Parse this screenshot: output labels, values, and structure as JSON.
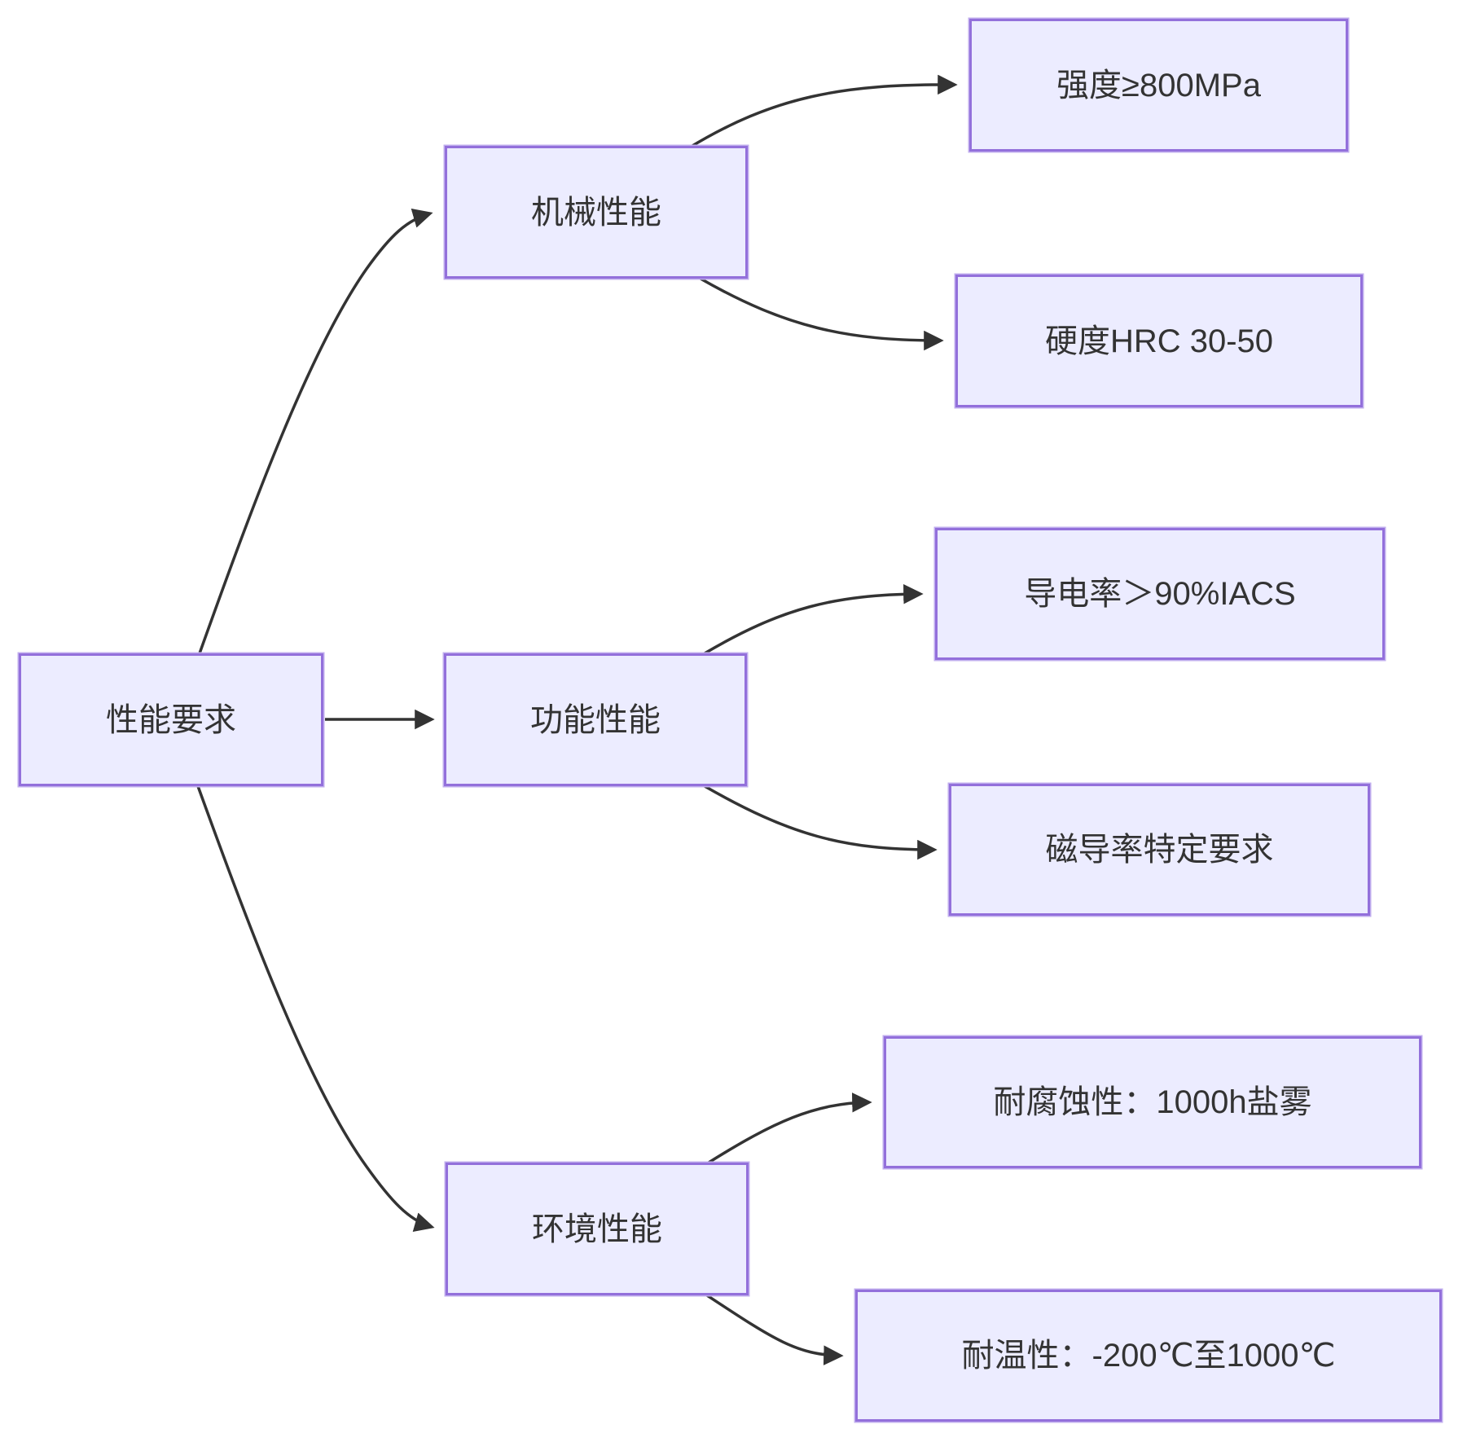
{
  "diagram": {
    "root": {
      "label": "性能要求"
    },
    "branches": [
      {
        "label": "机械性能",
        "children": [
          {
            "label": "强度≥800MPa"
          },
          {
            "label": "硬度HRC 30-50"
          }
        ]
      },
      {
        "label": "功能性能",
        "children": [
          {
            "label": "导电率＞90%IACS"
          },
          {
            "label": "磁导率特定要求"
          }
        ]
      },
      {
        "label": "环境性能",
        "children": [
          {
            "label": "耐腐蚀性：1000h盐雾"
          },
          {
            "label": "耐温性：-200℃至1000℃"
          }
        ]
      }
    ],
    "colors": {
      "node_fill": "#ECECFF",
      "node_border": "#9370DB",
      "node_halo": "#C0AEEE",
      "edge": "#333333",
      "text": "#333333",
      "background": "#FFFFFF"
    }
  }
}
